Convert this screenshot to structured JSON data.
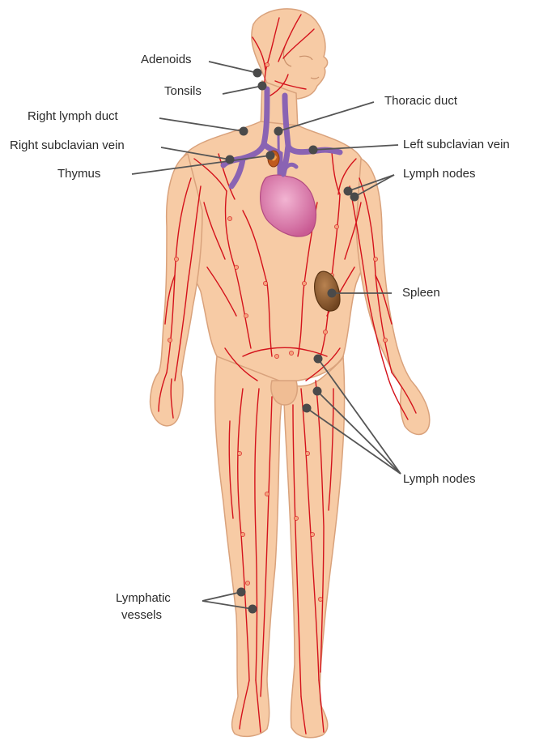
{
  "labels": {
    "adenoids": "Adenoids",
    "tonsils": "Tonsils",
    "right_lymph_duct": "Right lymph duct",
    "thoracic_duct": "Thoracic duct",
    "right_subclavian_vein": "Right subclavian vein",
    "left_subclavian_vein": "Left subclavian vein",
    "thymus": "Thymus",
    "lymph_nodes_upper": "Lymph nodes",
    "spleen": "Spleen",
    "lymph_nodes_lower": "Lymph nodes",
    "lymphatic_vessels_line1": "Lymphatic",
    "lymphatic_vessels_line2": "vessels"
  },
  "colors": {
    "skin": "#f7cba5",
    "skin_outline": "#d9a27c",
    "lymph_vessel": "#d4121b",
    "vein": "#8a63b3",
    "heart": "#d874a4",
    "spleen": "#8d5a2e",
    "thymus": "#c05a1e",
    "pointer": "#555555"
  }
}
